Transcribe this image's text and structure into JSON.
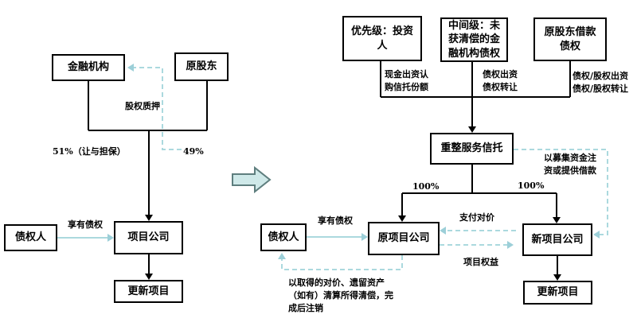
{
  "theme": {
    "background": "#ffffff",
    "box_border": "#000000",
    "text_color": "#000000",
    "accent_teal_line": "#abd9de",
    "accent_teal_arrowhead": "#9ccfd8",
    "block_arrow_fill": "#cfe9e9",
    "block_arrow_border": "#5e7e7e",
    "connector_black": "#000000"
  },
  "left_diagram": {
    "boxes": {
      "financial_institution": "金融机构",
      "original_shareholder": "原股东",
      "creditor": "债权人",
      "project_company": "项目公司",
      "renewal_project": "更新项目"
    },
    "labels": {
      "equity_pledge": "股权质押",
      "pct_51": "51%（让与担保）",
      "pct_49": "49%",
      "enjoy_claim": "享有债权"
    }
  },
  "right_diagram": {
    "boxes": {
      "senior_tranche": "优先级：投资\n人",
      "mezzanine_tranche": "中间级：未\n获清偿的金\n融机构债权",
      "shareholder_loan_claim": "原股东借款\n债权",
      "restructuring_service_trust": "重整服务信托",
      "creditor": "债权人",
      "original_project_company": "原项目公司",
      "new_project_company": "新项目公司",
      "renewal_project": "更新项目"
    },
    "labels": {
      "cash_subscription": "现金出资认\n购信托份额",
      "claim_contribution": "债权出资\n债权转让",
      "claim_equity_contribution": "债权/股权出资\n债权/股权转让",
      "raised_funds_note": "以募集资金注\n资或提供借款",
      "pct_100_left": "100%",
      "pct_100_right": "100%",
      "enjoy_claim": "享有债权",
      "pay_consideration": "支付对价",
      "project_interest": "项目权益",
      "liquidation_note": "以取得的对价、遗留资产\n（如有）清算所得清偿，完\n成后注销"
    }
  }
}
